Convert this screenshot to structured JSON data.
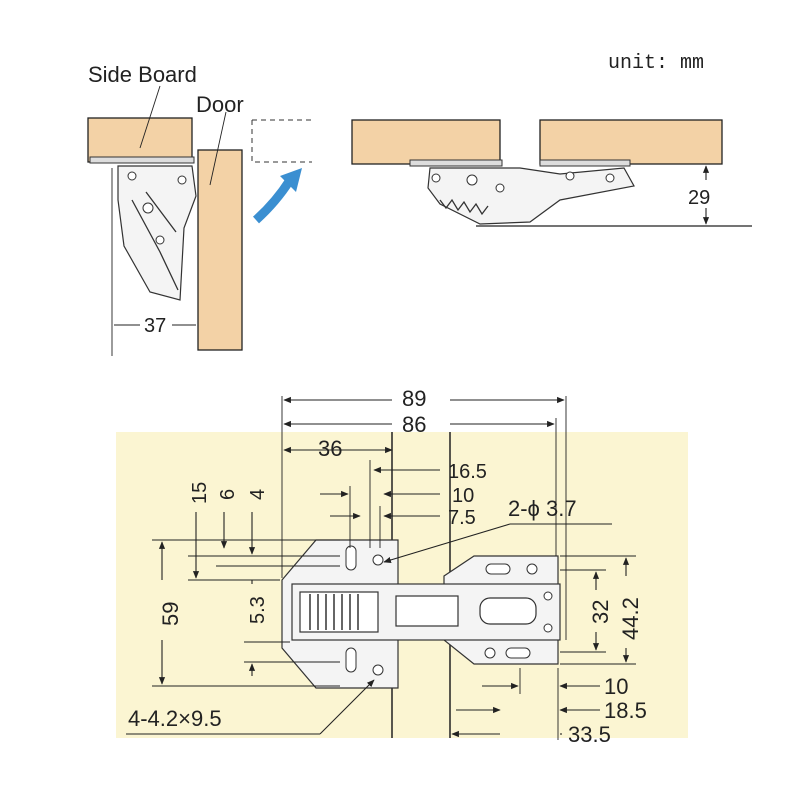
{
  "unit_label": "unit: mm",
  "top_left": {
    "side_board_label": "Side Board",
    "door_label": "Door",
    "dim_37": "37"
  },
  "top_right": {
    "dim_29": "29"
  },
  "plan": {
    "dims_top": {
      "d89": "89",
      "d86": "86",
      "d36": "36",
      "d16_5": "16.5",
      "d10": "10",
      "d7_5": "7.5"
    },
    "hole_label": "2-ϕ 3.7",
    "dims_left": {
      "d15": "15",
      "d6": "6",
      "d4": "4",
      "d59": "59",
      "d5_3": "5.3"
    },
    "dims_right": {
      "d32": "32",
      "d44_2": "44.2"
    },
    "dims_bottom": {
      "d10": "10",
      "d18_5": "18.5",
      "d33_5": "33.5"
    },
    "slot_label": "4-4.2×9.5"
  },
  "colors": {
    "wood": "#f3d2a6",
    "background_panel": "#fbf5d2",
    "arrow_blue": "#3b8fd1",
    "metal": "#f4f4f4"
  }
}
